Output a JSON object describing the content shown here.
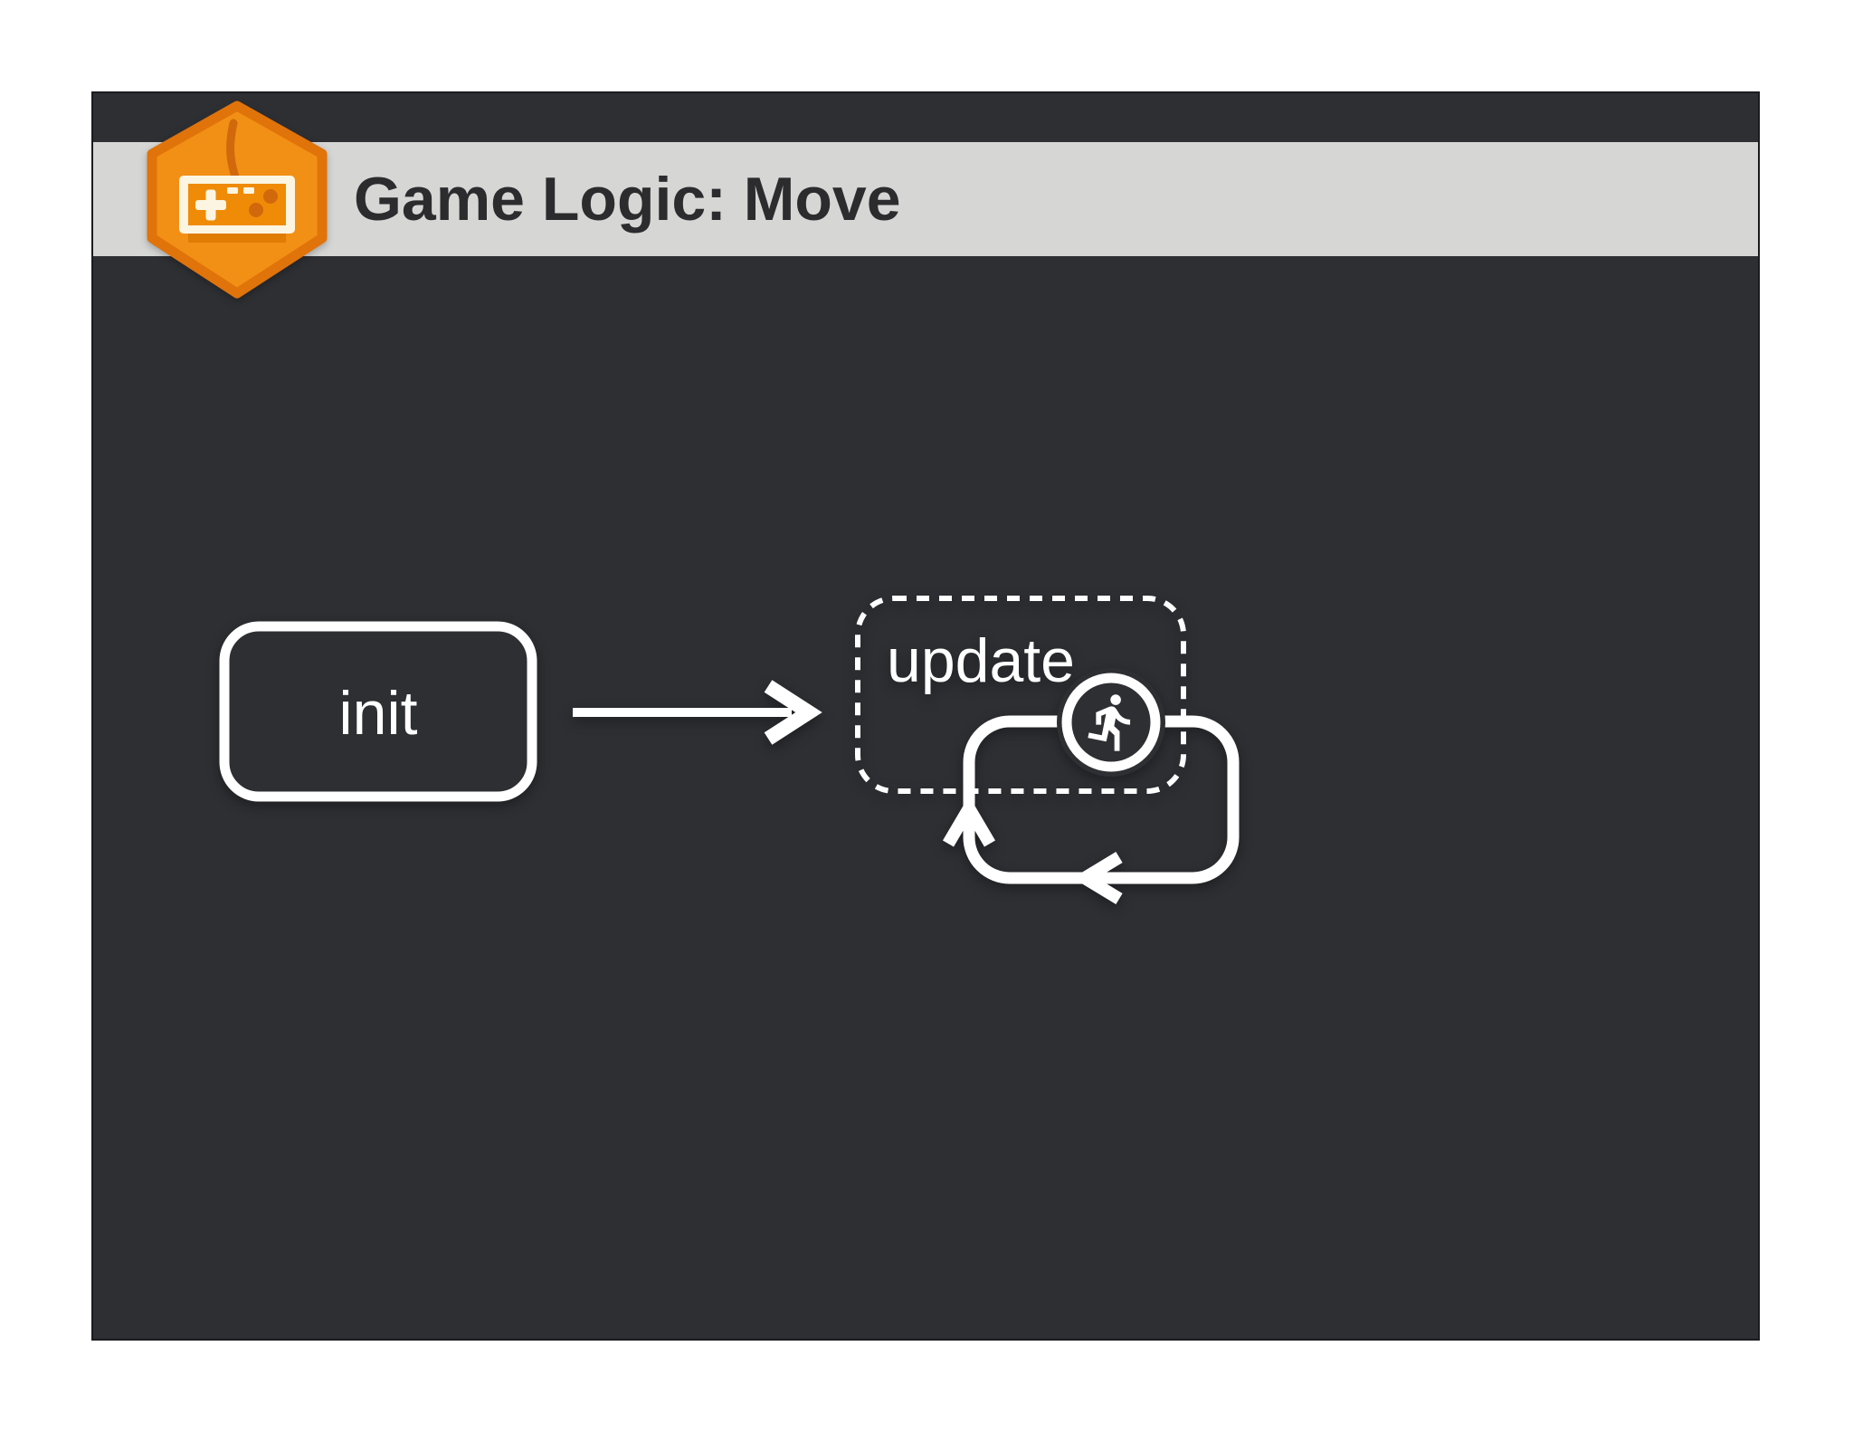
{
  "slide": {
    "title": "Game Logic: Move",
    "colors": {
      "background": "#2e2f33",
      "title_bar": "#d6d6d5",
      "title_text": "#2c2c2e",
      "diagram_stroke": "#ffffff"
    }
  },
  "badge": {
    "icon": "game-controller-icon",
    "colors": {
      "hexagon_fill": "#f29015",
      "hexagon_border": "#e0730a",
      "controller_body": "#fcf5e1",
      "controller_screen": "#ef8b06",
      "controller_accents": "#d2680c"
    }
  },
  "diagram": {
    "init_label": "init",
    "update_label": "update",
    "runner_icon": "running-person-icon",
    "flow": "init leads to update, update repeats in a loop"
  }
}
